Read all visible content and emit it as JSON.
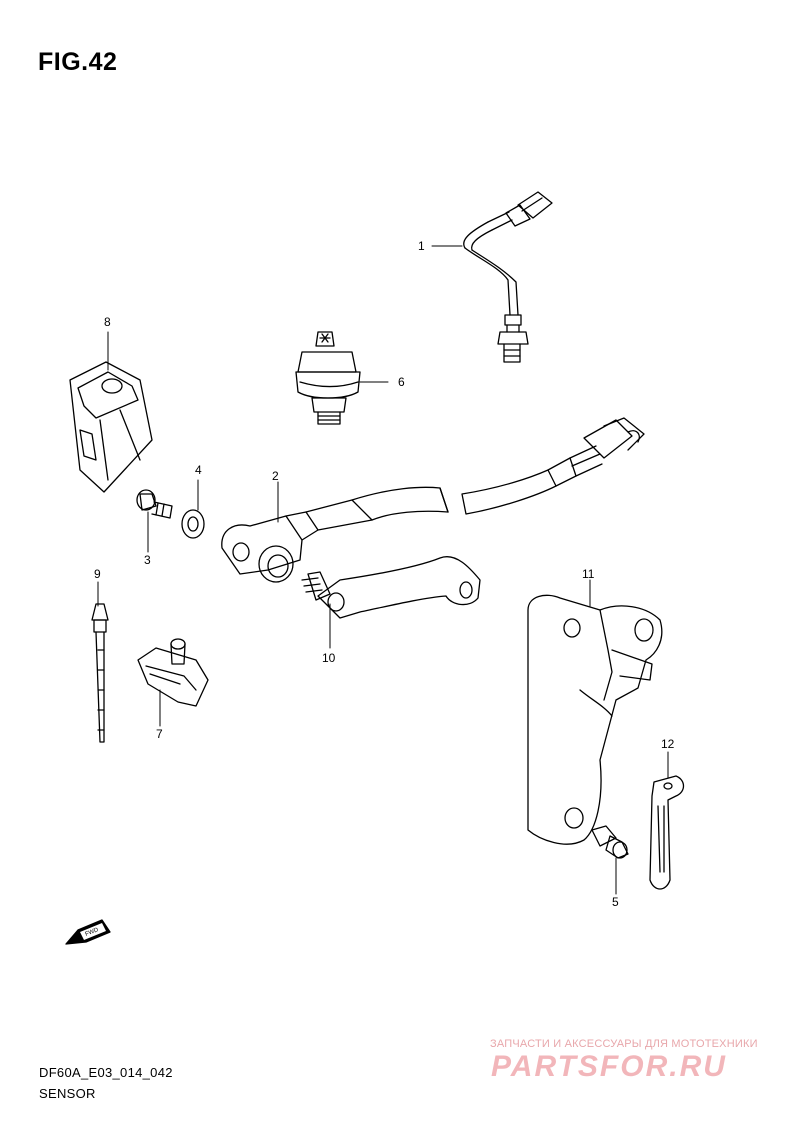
{
  "figure": {
    "title": "FIG.42",
    "reference_code": "DF60A_E03_014_042",
    "section_name": "SENSOR",
    "fwd_marker": "FWD"
  },
  "callouts": [
    "1",
    "2",
    "3",
    "4",
    "5",
    "6",
    "7",
    "8",
    "9",
    "10",
    "11",
    "12"
  ],
  "watermark": {
    "tagline": "ЗАПЧАСТИ И АКСЕССУАРЫ ДЛЯ МОТОТЕХНИКИ",
    "brand": "PARTSFOR.RU",
    "color": "#f2b6ba"
  },
  "colors": {
    "line": "#000000",
    "background": "#ffffff"
  }
}
